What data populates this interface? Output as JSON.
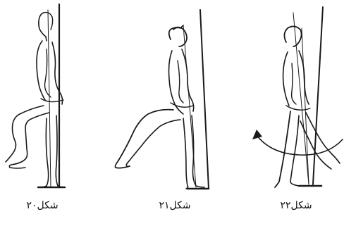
{
  "figures": [
    {
      "caption": "شکل۲۰"
    },
    {
      "caption": "شکل۲۱"
    },
    {
      "caption": "شکل۲۲"
    }
  ]
}
